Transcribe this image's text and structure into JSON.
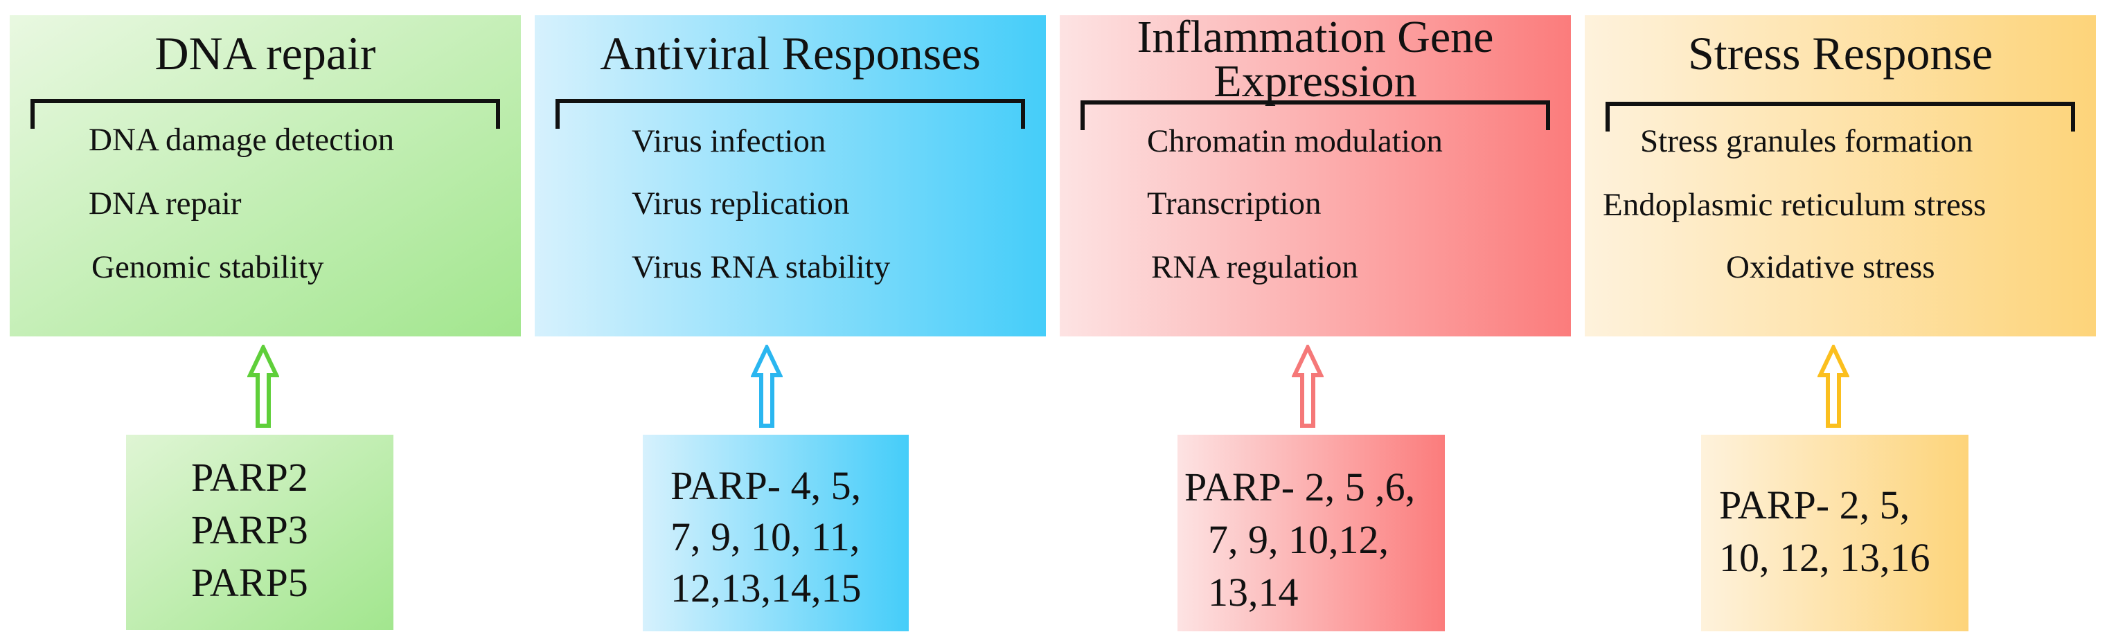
{
  "colors": {
    "green_light": "#e6f7dd",
    "green_dark": "#a2e68e",
    "green_arrow": "#5fcf3a",
    "blue_light": "#d3f0fc",
    "blue_dark": "#45cdf9",
    "blue_arrow": "#2ab6f0",
    "red_light": "#fde2e2",
    "red_dark": "#fb7c7c",
    "red_arrow": "#f57878",
    "orange_light": "#fef0d6",
    "orange_dark": "#fdd47a",
    "orange_arrow": "#fbbf1e"
  },
  "panels": [
    {
      "title": "DNA repair",
      "items": [
        "DNA damage detection",
        "DNA repair",
        "Genomic stability"
      ],
      "parp_lines": [
        "PARP2",
        "PARP3",
        "PARP5"
      ]
    },
    {
      "title": "Antiviral Responses",
      "items": [
        "Virus  infection",
        "Virus replication",
        "Virus RNA stability"
      ],
      "parp_lines": [
        "PARP- 4, 5,",
        "7, 9, 10, 11,",
        "12,13,14,15"
      ]
    },
    {
      "title_lines": [
        "Inflammation Gene",
        "Expression"
      ],
      "items": [
        "Chromatin modulation",
        "Transcription",
        "RNA regulation"
      ],
      "parp_lines": [
        "PARP- 2, 5 ,6,",
        "7, 9, 10,12,",
        "13,14"
      ]
    },
    {
      "title": "Stress Response",
      "items": [
        "Stress granules formation",
        "Endoplasmic reticulum  stress",
        "Oxidative stress"
      ],
      "parp_lines": [
        "PARP- 2, 5,",
        "10, 12, 13,16"
      ]
    }
  ]
}
